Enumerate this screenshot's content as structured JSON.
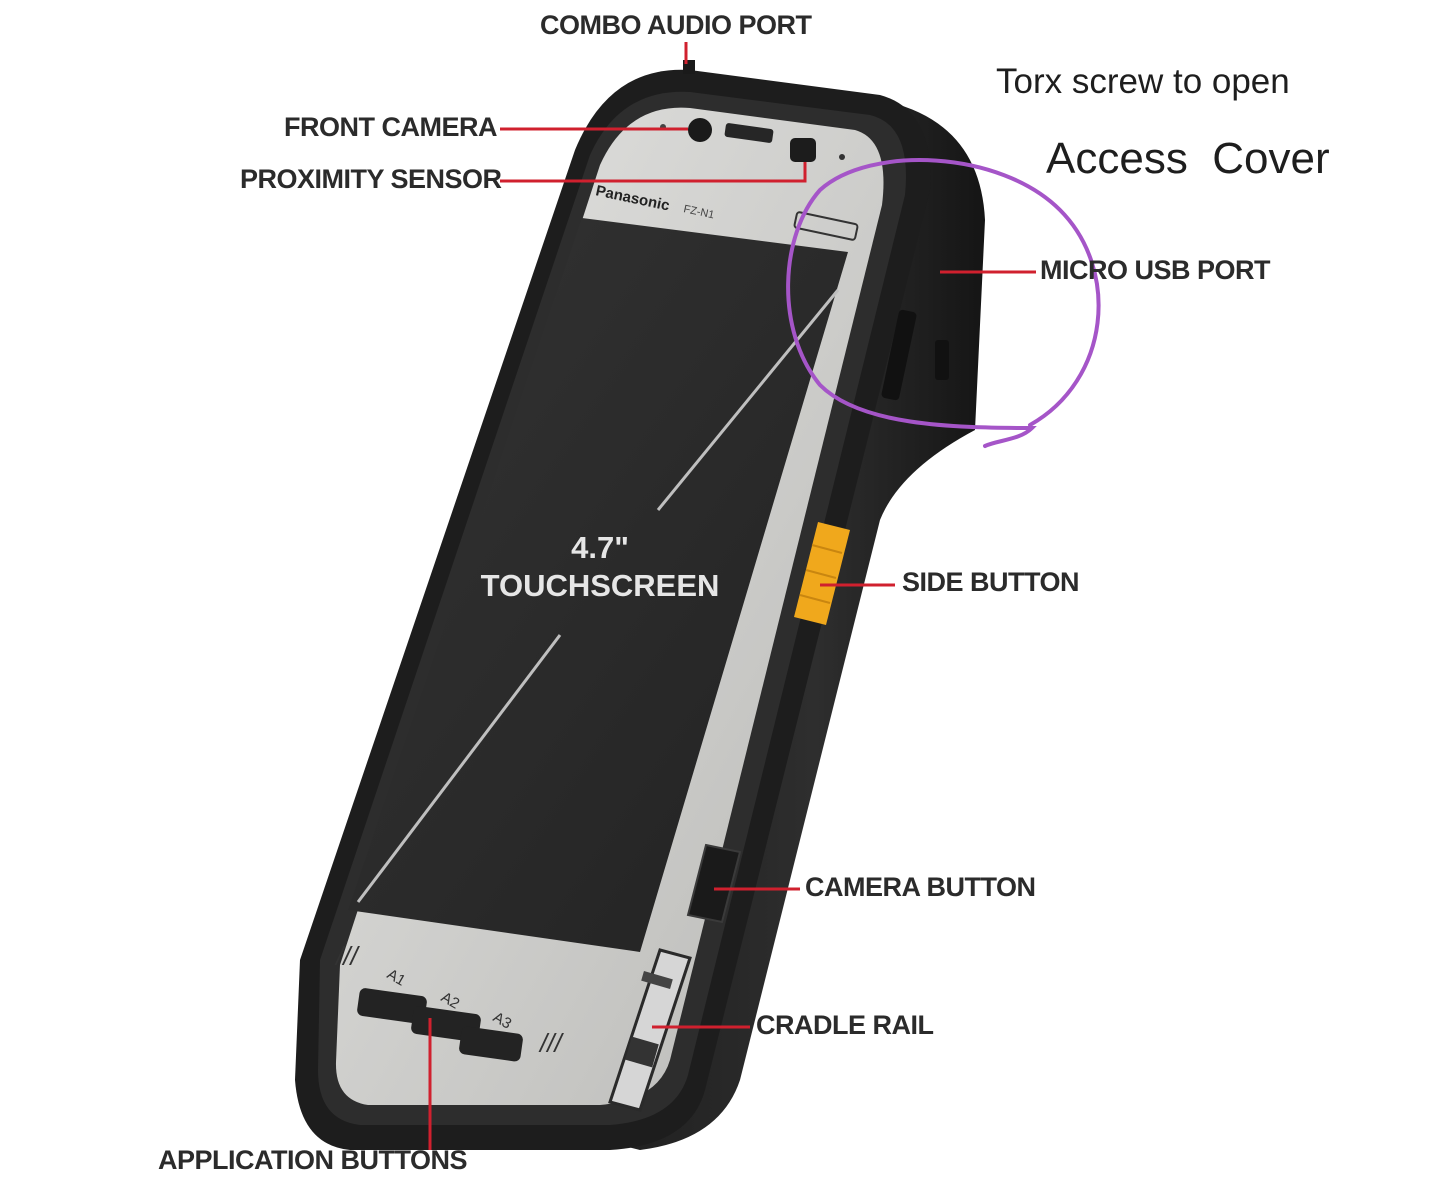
{
  "labels": {
    "combo_audio_port": "COMBO AUDIO PORT",
    "front_camera": "FRONT CAMERA",
    "proximity_sensor": "PROXIMITY SENSOR",
    "micro_usb_port": "MICRO USB PORT",
    "side_button": "SIDE BUTTON",
    "camera_button": "CAMERA BUTTON",
    "cradle_rail": "CRADLE RAIL",
    "application_buttons": "APPLICATION BUTTONS"
  },
  "screen": {
    "size": "4.7\"",
    "type": "TOUCHSCREEN"
  },
  "device": {
    "brand": "Panasonic",
    "model": "FZ-N1",
    "app_keys": [
      "A1",
      "A2",
      "A3"
    ]
  },
  "annotation": {
    "line1": "Torx screw to open",
    "line2": "Access  Cover"
  },
  "colors": {
    "callout_line": "#d0202e",
    "highlight_circle": "#a555c8",
    "side_button": "#f0a81c",
    "bezel": "#2a2a2a",
    "faceplate": "#c8c8c6",
    "screen": "#2b2b2b"
  }
}
